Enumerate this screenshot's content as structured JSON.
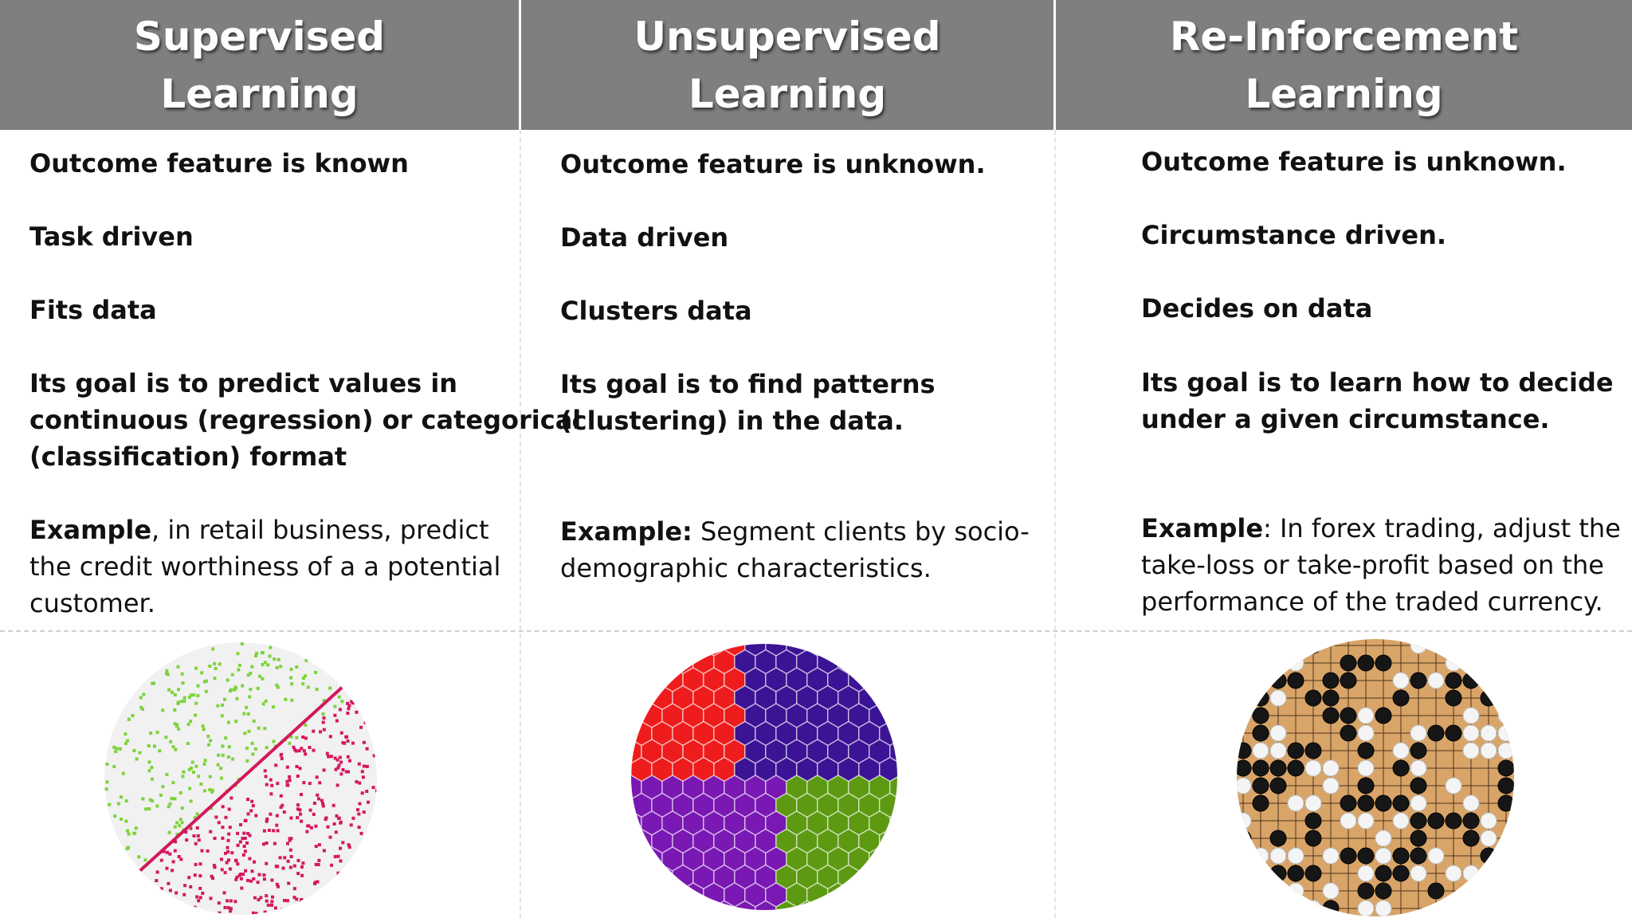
{
  "columns": [
    {
      "title_line1": "Supervised",
      "title_line2": "Learning",
      "points": [
        "Outcome feature is known",
        "Task driven",
        "Fits data"
      ],
      "goal_lines": [
        "Its goal is to predict values in",
        "continuous (regression) or categorical",
        "(classification)  format"
      ],
      "example_label": "Example",
      "example_lines": [
        ", in retail business,  predict",
        "the credit worthiness of a a potential",
        "customer."
      ],
      "image": "scatter-classification-circle",
      "colors": {
        "class_a": "#7dd33a",
        "class_b": "#d4185e"
      }
    },
    {
      "title_line1": "Unsupervised",
      "title_line2": "Learning",
      "points": [
        "Outcome feature is unknown.",
        "Data driven",
        "Clusters data"
      ],
      "goal_lines": [
        "Its goal is to find patterns",
        "(clustering) in the data."
      ],
      "example_label": "Example:",
      "example_lines": [
        " Segment clients by socio-",
        "demographic characteristics."
      ],
      "image": "hexagon-clusters-circle",
      "colors": {
        "red": "#ee1c1c",
        "navy": "#3a1495",
        "purple": "#7a18b3",
        "green": "#5d9a12"
      }
    },
    {
      "title_line1": "Re-Inforcement",
      "title_line2": "Learning",
      "points": [
        "Outcome feature is unknown.",
        "Circumstance driven.",
        "Decides on data"
      ],
      "goal_lines": [
        "Its goal is to learn how to decide",
        "under a given circumstance."
      ],
      "example_label": "Example",
      "example_lines": [
        ": In forex trading, adjust the",
        "take-loss or take-profit based on the",
        "performance of the traded currency."
      ],
      "image": "go-board-circle",
      "colors": {
        "board": "#d9a467",
        "black_stone": "#161616",
        "white_stone": "#f4f4f4"
      }
    }
  ],
  "colors": {
    "header_bg": "#7f7f7f",
    "header_text": "#ffffff",
    "body_text": "#111111"
  }
}
